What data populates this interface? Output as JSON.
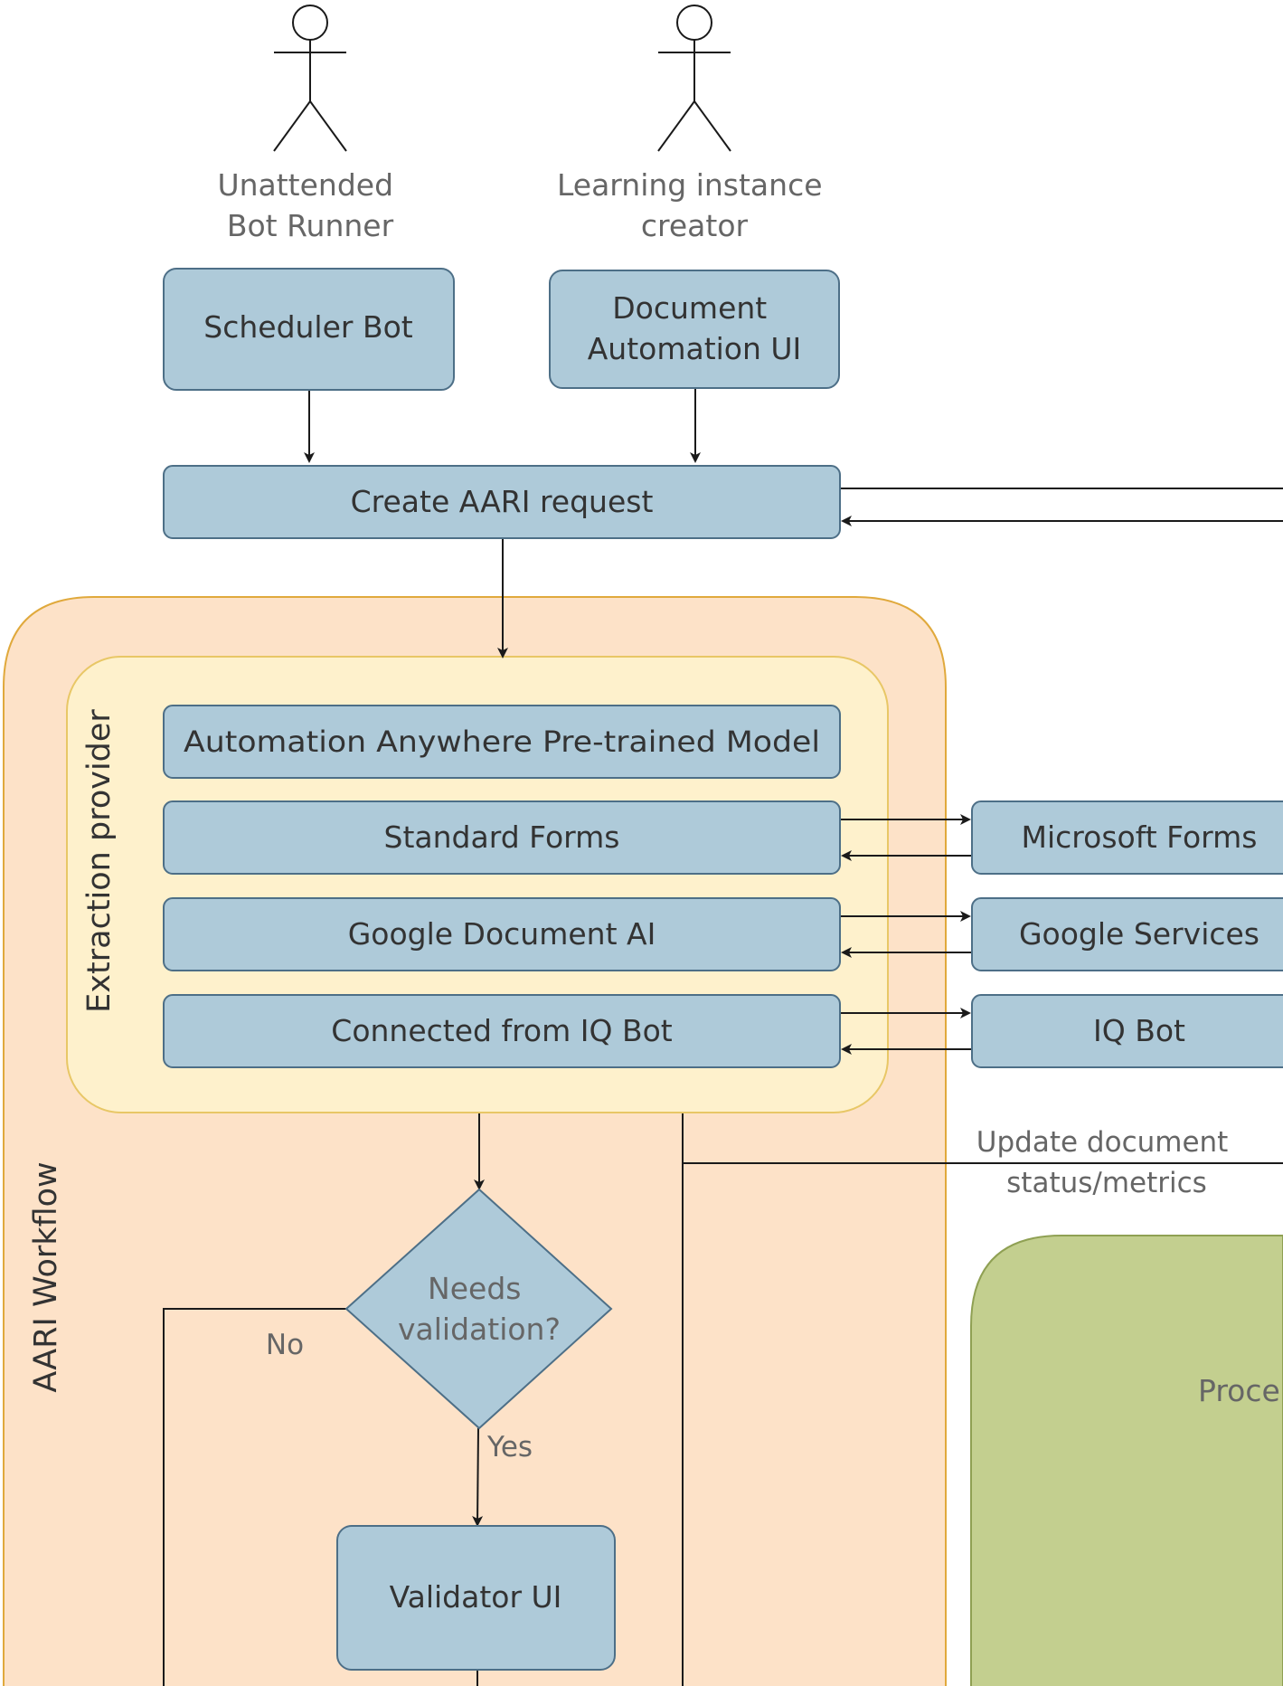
{
  "actors": [
    {
      "id": "unattended",
      "lines": [
        "Unattended",
        "Bot Runner"
      ]
    },
    {
      "id": "learning",
      "lines": [
        "Learning instance",
        "creator"
      ]
    }
  ],
  "nodes": {
    "scheduler_bot": {
      "lines": [
        "Scheduler Bot"
      ]
    },
    "document_automation_ui": {
      "lines": [
        "Document",
        "Automation UI"
      ]
    },
    "create_aari_request": {
      "lines": [
        "Create AARI request"
      ]
    },
    "pretrained_model": {
      "lines": [
        "Automation Anywhere Pre-trained Model"
      ]
    },
    "standard_forms": {
      "lines": [
        "Standard Forms"
      ]
    },
    "google_document_ai": {
      "lines": [
        "Google Document AI"
      ]
    },
    "connected_iq_bot": {
      "lines": [
        "Connected from IQ Bot"
      ]
    },
    "microsoft_forms": {
      "lines": [
        "Microsoft Forms"
      ]
    },
    "google_services": {
      "lines": [
        "Google Services"
      ]
    },
    "iq_bot": {
      "lines": [
        "IQ Bot"
      ]
    },
    "needs_validation": {
      "lines": [
        "Needs",
        "validation?"
      ]
    },
    "validator_ui": {
      "lines": [
        "Validator UI"
      ]
    },
    "processing": {
      "lines": [
        "Proce"
      ]
    }
  },
  "containers": {
    "aari_workflow": "AARI Workflow",
    "extraction_provider": "Extraction provider"
  },
  "edge_labels": {
    "no": "No",
    "yes": "Yes",
    "update_status": [
      "Update document",
      "status/metrics"
    ]
  },
  "colors": {
    "node_fill": "#aecad9",
    "node_stroke": "#4d6f87",
    "aari_fill": "#fde2c8",
    "aari_stroke": "#e0a93c",
    "extraction_fill": "#fef1cc",
    "extraction_stroke": "#e8c766",
    "processing_fill": "#c3cf8f",
    "processing_stroke": "#8fa053",
    "edge": "#1a1a1a"
  }
}
